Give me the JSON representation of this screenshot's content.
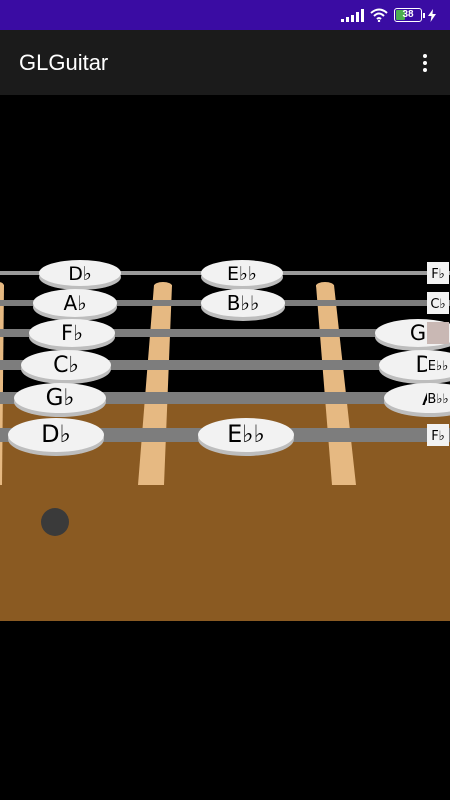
{
  "app": {
    "title": "GLGuitar"
  },
  "status_bar": {
    "battery_level": "38",
    "battery_fraction": 0.38
  },
  "icons": {
    "signal": "signal-icon",
    "wifi": "wifi-icon",
    "battery": "battery-icon",
    "charging": "charging-icon",
    "menu": "more-vert-icon"
  },
  "colors": {
    "status_bar": "#3a0ca3",
    "app_bar": "#1b1b1b",
    "fretboard": "#8a5a22",
    "fret": "#e6b982",
    "string": "#7d7d7d",
    "note_disc": "#f2f2f2",
    "touch_dot": "#3a3a3a"
  },
  "fretboard": {
    "rows": [
      {
        "notes": [
          "D♭",
          "E♭♭",
          ""
        ],
        "edge_label": "F♭"
      },
      {
        "notes": [
          "A♭",
          "B♭♭",
          ""
        ],
        "edge_label": "C♭"
      },
      {
        "notes": [
          "F♭",
          "",
          "G"
        ],
        "edge_label": ""
      },
      {
        "notes": [
          "C♭",
          "",
          "D"
        ],
        "edge_label": "E♭♭"
      },
      {
        "notes": [
          "G♭",
          "",
          "A"
        ],
        "edge_label": "B♭♭"
      },
      {
        "notes": [
          "D♭",
          "E♭♭",
          ""
        ],
        "edge_label": "F♭"
      }
    ]
  }
}
